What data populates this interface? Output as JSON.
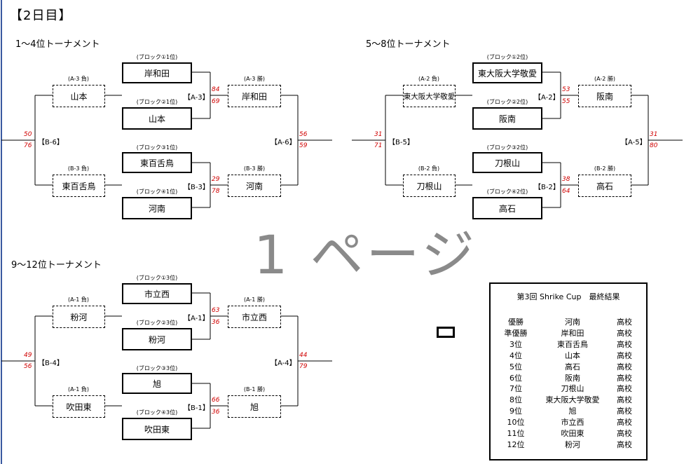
{
  "day_title": "【2日目】",
  "watermark": "1 ページ",
  "colors": {
    "line": "#000000",
    "score": "#d00000",
    "watermark": "#8a8a8a",
    "left_rule": "#3a5aa0"
  },
  "tournaments": [
    {
      "title": "1～4位トーナメント",
      "top": {
        "caption1": "(ブロック①1位)",
        "team1": "岸和田",
        "caption2": "(ブロック②1位)",
        "team2": "山本",
        "code": "【A-3】",
        "score1": "84",
        "score2": "69",
        "loser_caption": "(A-3 負)",
        "loser": "山本",
        "winner_caption": "(A-3 勝)",
        "winner": "岸和田"
      },
      "bottom": {
        "caption1": "(ブロック③1位)",
        "team1": "東百舌鳥",
        "caption2": "(ブロック④1位)",
        "team2": "河南",
        "code": "【B-3】",
        "score1": "29",
        "score2": "78",
        "loser_caption": "(B-3 負)",
        "loser": "東百舌鳥",
        "winner_caption": "(B-3 勝)",
        "winner": "河南"
      },
      "left_final": {
        "code": "【B-6】",
        "score1": "50",
        "score2": "76"
      },
      "right_final": {
        "code": "【A-6】",
        "score1": "56",
        "score2": "59"
      }
    },
    {
      "title": "5～8位トーナメント",
      "top": {
        "caption1": "(ブロック①2位)",
        "team1": "東大阪大学敬愛",
        "caption2": "(ブロック②2位)",
        "team2": "阪南",
        "code": "【A-2】",
        "score1": "53",
        "score2": "55",
        "loser_caption": "(A-2 負)",
        "loser": "東大阪大学敬愛",
        "winner_caption": "(A-2 勝)",
        "winner": "阪南"
      },
      "bottom": {
        "caption1": "(ブロック③2位)",
        "team1": "刀根山",
        "caption2": "(ブロック④2位)",
        "team2": "高石",
        "code": "【B-2】",
        "score1": "38",
        "score2": "64",
        "loser_caption": "(B-2 負)",
        "loser": "刀根山",
        "winner_caption": "(B-2 勝)",
        "winner": "高石"
      },
      "left_final": {
        "code": "【B-5】",
        "score1": "31",
        "score2": "71"
      },
      "right_final": {
        "code": "【A-5】",
        "score1": "31",
        "score2": "80"
      }
    },
    {
      "title": "9～12位トーナメント",
      "top": {
        "caption1": "(ブロック①3位)",
        "team1": "市立西",
        "caption2": "(ブロック②3位)",
        "team2": "粉河",
        "code": "【A-1】",
        "score1": "63",
        "score2": "36",
        "loser_caption": "(A-1 負)",
        "loser": "粉河",
        "winner_caption": "(A-1 勝)",
        "winner": "市立西"
      },
      "bottom": {
        "caption1": "(ブロック③3位)",
        "team1": "旭",
        "caption2": "(ブロック④3位)",
        "team2": "吹田東",
        "code": "【B-1】",
        "score1": "66",
        "score2": "36",
        "loser_caption": "(A-1 負)",
        "loser": "吹田東",
        "winner_caption": "(B-1 勝)",
        "winner": "旭"
      },
      "left_final": {
        "code": "【B-4】",
        "score1": "49",
        "score2": "56"
      },
      "right_final": {
        "code": "【A-4】",
        "score1": "44",
        "score2": "79"
      }
    }
  ],
  "results": {
    "title": "第3回 Shrike Cup　最終結果",
    "rows": [
      {
        "rank": "優勝",
        "school": "河南",
        "type": "高校"
      },
      {
        "rank": "準優勝",
        "school": "岸和田",
        "type": "高校"
      },
      {
        "rank": "3位",
        "school": "東百舌鳥",
        "type": "高校"
      },
      {
        "rank": "4位",
        "school": "山本",
        "type": "高校"
      },
      {
        "rank": "5位",
        "school": "高石",
        "type": "高校"
      },
      {
        "rank": "6位",
        "school": "阪南",
        "type": "高校"
      },
      {
        "rank": "7位",
        "school": "刀根山",
        "type": "高校"
      },
      {
        "rank": "8位",
        "school": "東大阪大学敬愛",
        "type": "高校"
      },
      {
        "rank": "9位",
        "school": "旭",
        "type": "高校"
      },
      {
        "rank": "10位",
        "school": "市立西",
        "type": "高校"
      },
      {
        "rank": "11位",
        "school": "吹田東",
        "type": "高校"
      },
      {
        "rank": "12位",
        "school": "粉河",
        "type": "高校"
      }
    ]
  }
}
